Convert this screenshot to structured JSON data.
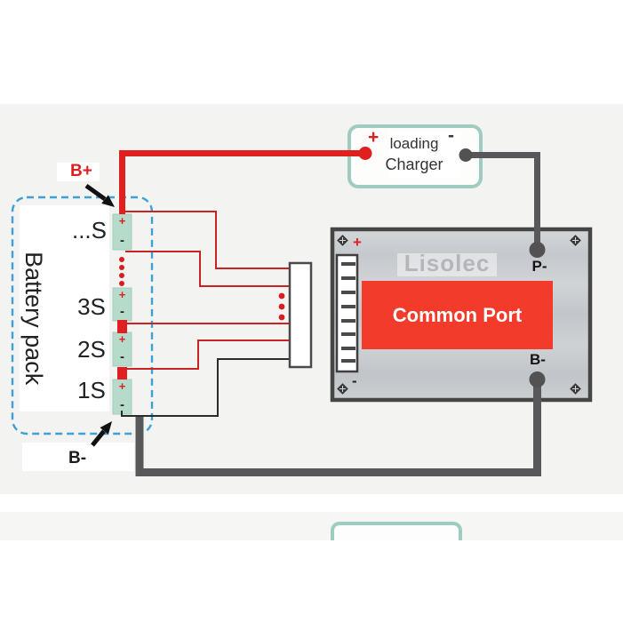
{
  "battery_pack": {
    "label": "Battery pack",
    "b_plus_label": "B+",
    "b_minus_label": "B-",
    "plus_sign": "+",
    "minus_sign": "-",
    "cells": [
      {
        "name": "...S"
      },
      {
        "name": "3S"
      },
      {
        "name": "2S"
      },
      {
        "name": "1S"
      }
    ]
  },
  "charger": {
    "plus_sign": "+",
    "minus_sign": "-",
    "label_line1": "loading",
    "label_line2": "Charger"
  },
  "bms": {
    "brand": "Lisolec",
    "port_type": "Common Port",
    "terminal_p_minus": "P-",
    "terminal_b_minus": "B-",
    "plus_sign": "+",
    "minus_sign": "-"
  },
  "colors": {
    "wire_red": "#e01f1f",
    "wire_thin_red": "#cc2222",
    "wire_gray": "#58585a",
    "wire_black": "#2b2b2b",
    "bms_port_red": "#f23b2b",
    "cell_teal": "#b7dbcb",
    "pack_dashed_blue": "#3fa0d6",
    "charger_border_teal": "#9fccc1",
    "board_gray": "#c9cdd1"
  }
}
